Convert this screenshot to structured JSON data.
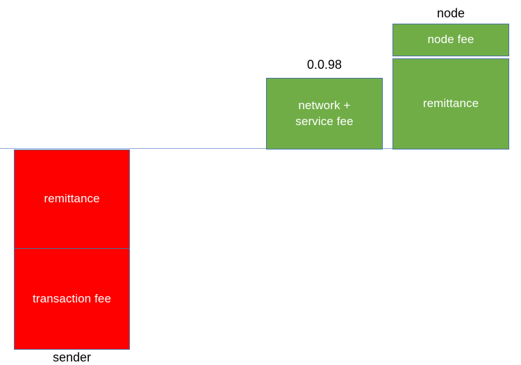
{
  "chart_data": {
    "type": "bar",
    "title": "",
    "subtitle": "",
    "xlabel": "",
    "ylabel": "",
    "grid": false,
    "legend": "none",
    "orientation": "vertical",
    "stacked": true,
    "baseline": 0,
    "colors": {
      "outflow": "#FF0000",
      "inflow": "#70AD47",
      "border": "#4472A4",
      "axis_line": "#8FAADC",
      "segment_text": "#FFFFFF",
      "category_text": "#000000"
    },
    "categories": [
      "sender",
      "",
      "node"
    ],
    "series": [
      {
        "name": "remittance",
        "values": [
          -0.72,
          0,
          0.66
        ]
      },
      {
        "name": "transaction fee",
        "values": [
          -0.74,
          0,
          0
        ]
      },
      {
        "name": "network + service fee",
        "values": [
          0,
          0.52,
          0
        ]
      },
      {
        "name": "node fee",
        "values": [
          0,
          0,
          0.24
        ]
      }
    ],
    "columns": [
      {
        "category": "sender",
        "direction": "outflow",
        "segments": [
          {
            "label": "remittance",
            "magnitude": 0.72
          },
          {
            "label": "transaction fee",
            "magnitude": 0.74
          }
        ]
      },
      {
        "category": "",
        "direction": "inflow",
        "value_label": "0.0.98",
        "segments": [
          {
            "label": "network +\nservice fee",
            "magnitude": 0.52
          }
        ]
      },
      {
        "category": "node",
        "direction": "inflow",
        "segments": [
          {
            "label": "node fee",
            "magnitude": 0.24
          },
          {
            "label": "remittance",
            "magnitude": 0.66
          }
        ]
      }
    ],
    "annotations": [
      {
        "text": "0.0.98",
        "target": "network + service fee",
        "position": "above"
      }
    ]
  },
  "segments": {
    "sender_remittance": "remittance",
    "sender_transaction_fee": "transaction fee",
    "network_service_fee": "network +\nservice fee",
    "node_fee": "node fee",
    "node_remittance": "remittance"
  },
  "labels": {
    "sender": "sender",
    "node": "node",
    "network_value": "0.0.98"
  }
}
